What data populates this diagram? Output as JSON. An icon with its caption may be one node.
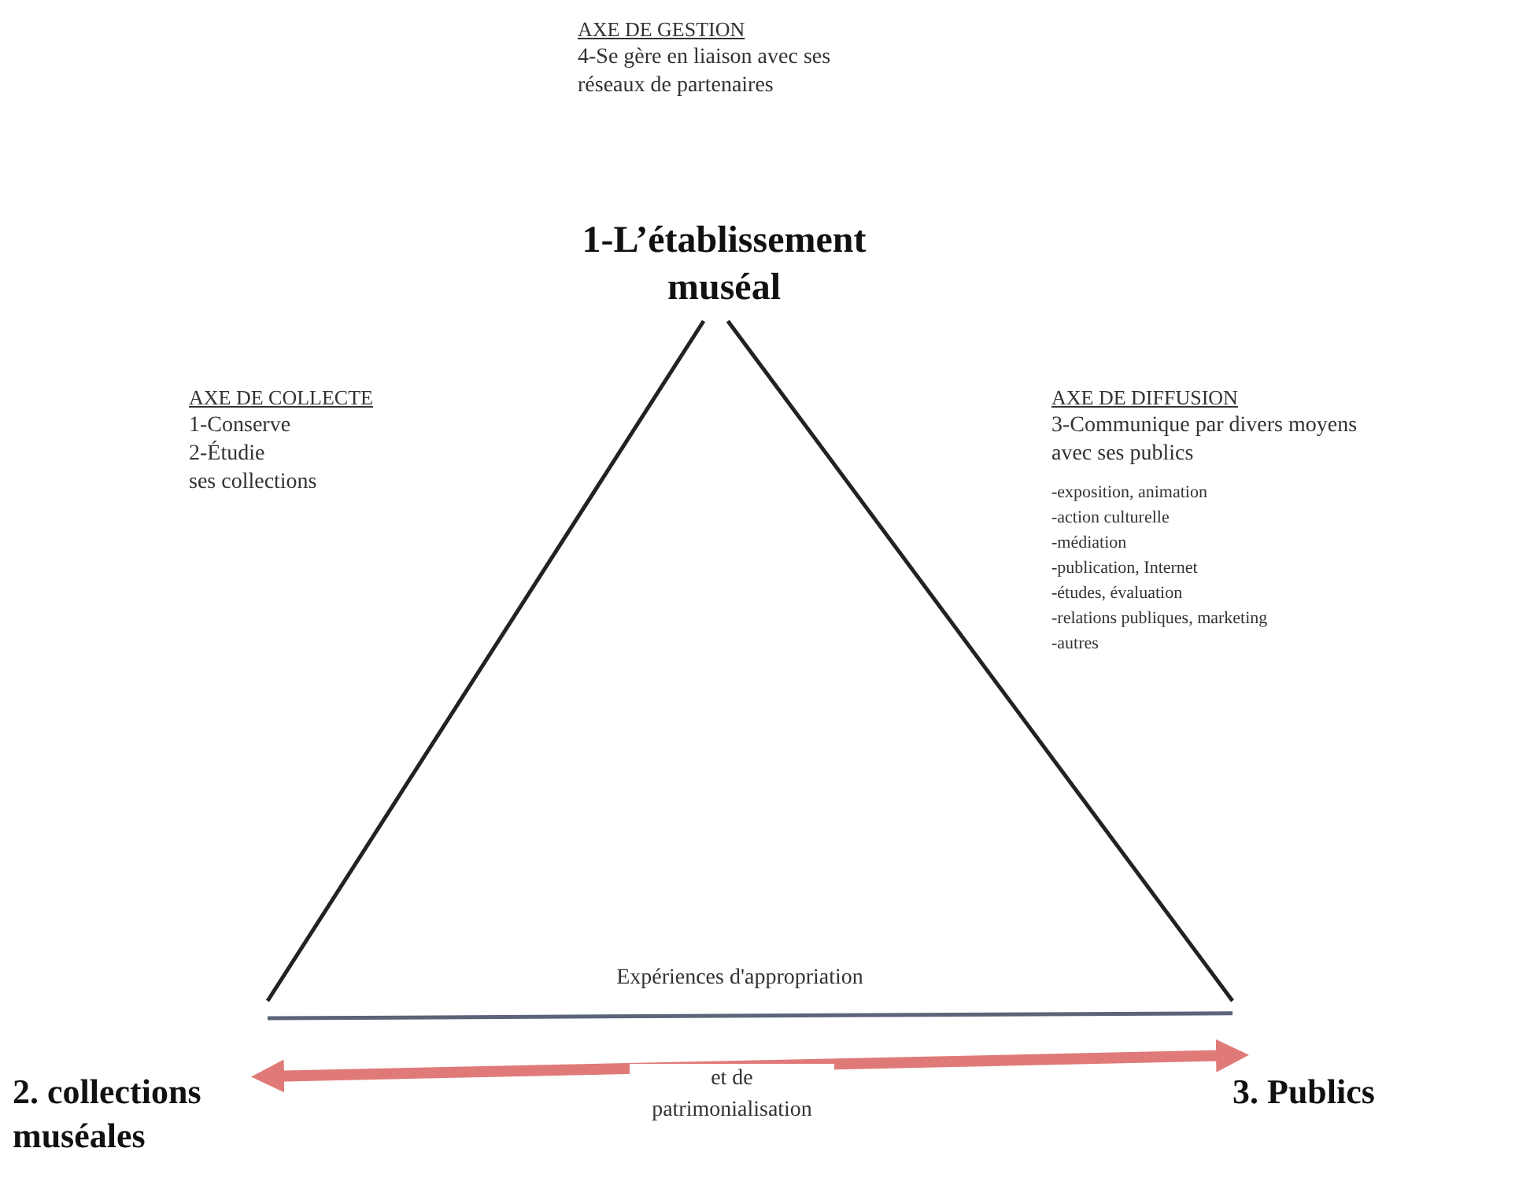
{
  "diagram": {
    "nodes": [
      {
        "text": [
          "1-L’établissement muséal"
        ]
      },
      {
        "text": [
          "2. collections muséales"
        ]
      },
      {
        "text": [
          "3. Publics"
        ]
      }
    ],
    "edges": [
      {
        "from": 0,
        "to": 1,
        "arrow": "none"
      },
      {
        "from": 0,
        "to": 2,
        "arrow": "none"
      },
      {
        "from": 1,
        "to": 2,
        "arrow": "none",
        "label": "Expériences d'appropriation",
        "color": "#5b6478"
      },
      {
        "from": 1,
        "to": 2,
        "arrow": "both",
        "label": "et de patrimonialisation",
        "style": "thick",
        "color": "#e07a78"
      }
    ],
    "labels": [
      "AXE DE GESTION",
      "4-Se gère en liaison avec ses réseaux de partenaires",
      "AXE DE COLLECTE",
      "1-Conserve",
      "2-Étudie",
      "ses collections",
      "AXE DE DIFFUSION",
      "3-Communique par divers moyens avec ses publics",
      "-exposition, animation",
      "-action culturelle",
      "-médiation",
      "-publication, Internet",
      "-études, évaluation",
      "-relations publiques, marketing",
      "-autres"
    ]
  }
}
